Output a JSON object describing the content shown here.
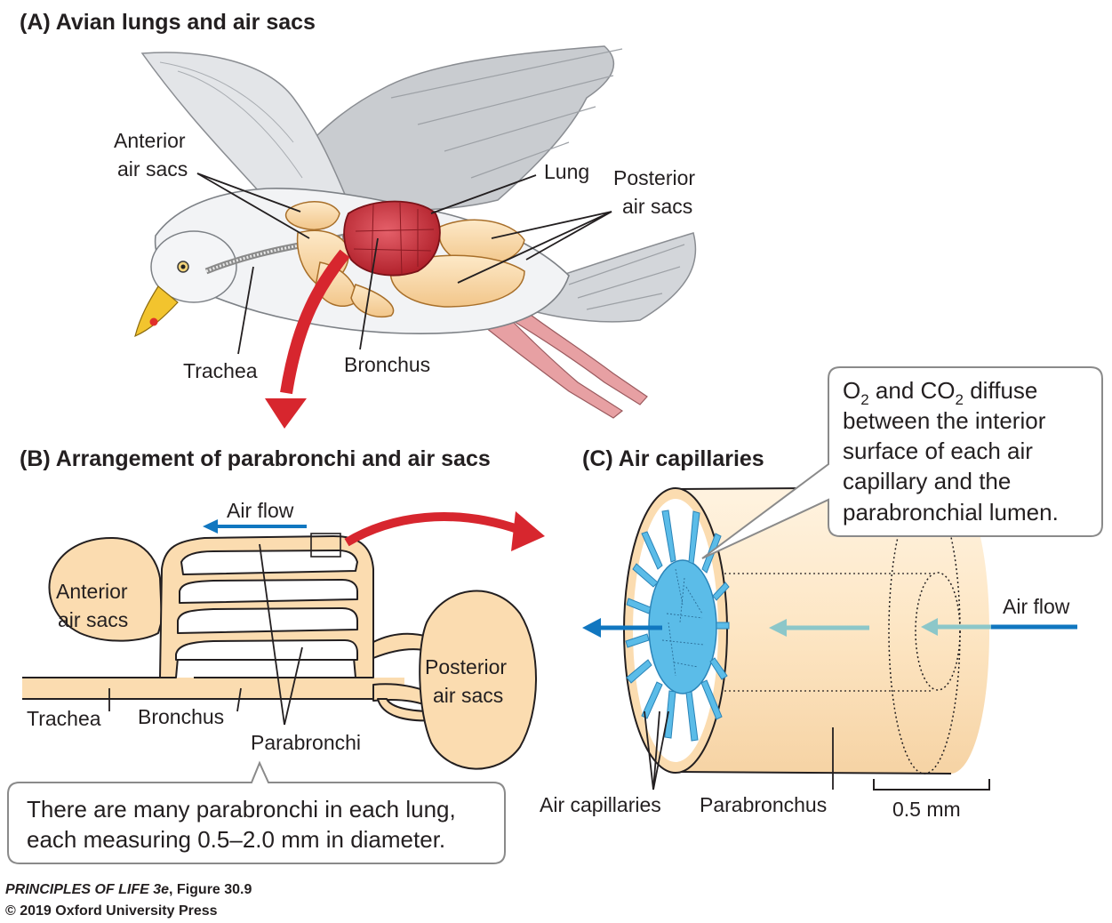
{
  "panels": {
    "a": {
      "title": "(A)  Avian lungs and air sacs",
      "labels": {
        "anterior_1": "Anterior",
        "anterior_2": "air sacs",
        "lung": "Lung",
        "posterior_1": "Posterior",
        "posterior_2": "air sacs",
        "trachea": "Trachea",
        "bronchus": "Bronchus"
      }
    },
    "b": {
      "title": "(B)  Arrangement of parabronchi and air sacs",
      "labels": {
        "air_flow": "Air flow",
        "anterior_1": "Anterior",
        "anterior_2": "air sacs",
        "posterior_1": "Posterior",
        "posterior_2": "air sacs",
        "trachea": "Trachea",
        "bronchus": "Bronchus",
        "parabronchi": "Parabronchi"
      },
      "note_line1": "There are many parabronchi in each lung,",
      "note_line2": "each measuring 0.5–2.0 mm in diameter."
    },
    "c": {
      "title": "(C)  Air capillaries",
      "labels": {
        "air_flow": "Air flow",
        "air_capillaries": "Air capillaries",
        "parabronchus": "Parabronchus",
        "scale": "0.5 mm"
      },
      "note": {
        "l1_a": "O",
        "l1_sub1": "2",
        "l1_b": " and CO",
        "l1_sub2": "2",
        "l1_c": " diffuse",
        "l2": "between the interior",
        "l3": "surface of each air",
        "l4": "capillary and the",
        "l5": "parabronchial lumen."
      }
    }
  },
  "credit": {
    "line1": "PRINCIPLES OF LIFE 3e",
    "line1_suffix": ", Figure 30.9",
    "line2": "© 2019 Oxford University Press"
  },
  "colors": {
    "sac_fill": "#fbdcb0",
    "sac_outline": "#3a2a1a",
    "lung_red": "#c8323a",
    "arrow_red": "#d7262e",
    "flow_blue": "#1177c0",
    "flow_pale": "#8cc7c9",
    "capillary_blue": "#5bbce8"
  }
}
